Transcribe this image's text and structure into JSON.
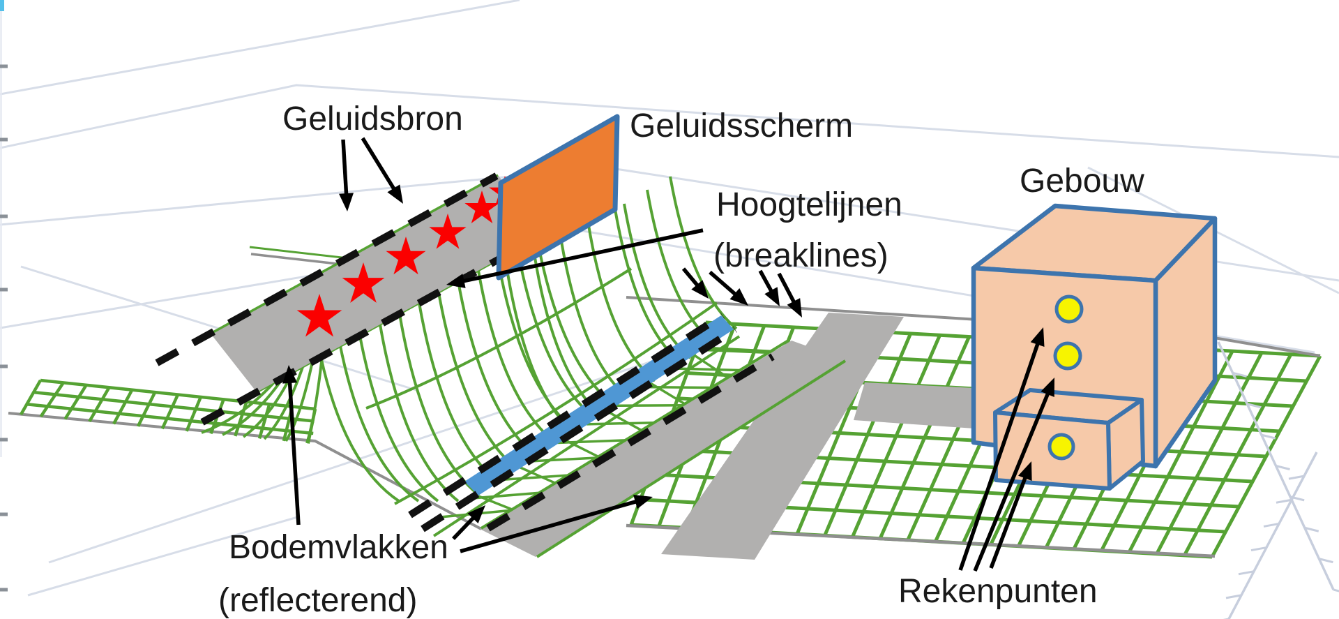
{
  "diagram": {
    "labels": {
      "sound_source": "Geluidsbron",
      "noise_barrier": "Geluidsscherm",
      "contour_lines_1": "Hoogtelijnen",
      "contour_lines_2": "(breaklines)",
      "building": "Gebouw",
      "ground_planes_1": "Bodemvlakken",
      "ground_planes_2": "(reflecterend)",
      "receiver_points": "Rekenpunten"
    },
    "symbols": {
      "sound_source_marker": "red-star",
      "receiver_point_marker": "yellow-dot",
      "breakline_style": "black-dashed-line",
      "sound_source_count": 6,
      "receiver_point_count": 3
    },
    "colors": {
      "mesh_green": "#55a233",
      "road_gray": "#b1b0af",
      "water_blue": "#4f97d4",
      "screen_orange": "#ED7D31",
      "outline_blue": "#3d74ad",
      "building_fill": "#f6c9a9",
      "star_red": "#fb0000",
      "point_yellow": "#f7f400",
      "breakline_black": "#111111",
      "frame_light": "#d7dde8",
      "border_gray": "#8f8f8f",
      "corner_accent_blue": "#54c0ea",
      "label_text": "#1a1a1a"
    }
  }
}
